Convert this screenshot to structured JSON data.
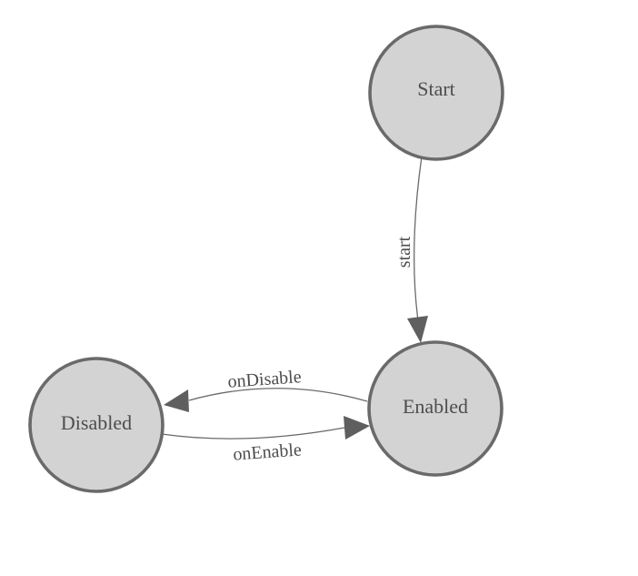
{
  "diagram": {
    "type": "state-machine",
    "background": "#ffffff",
    "colors": {
      "node_fill": "#d3d3d3",
      "node_stroke": "#6a6a6a",
      "edge_stroke": "#6a6a6a",
      "arrow_fill": "#5f5f5f",
      "label_text": "#4d4d4d"
    },
    "nodes": [
      {
        "id": "start-node",
        "label": "Start"
      },
      {
        "id": "enabled-node",
        "label": "Enabled"
      },
      {
        "id": "disabled-node",
        "label": "Disabled"
      }
    ],
    "edges": [
      {
        "from": "Start",
        "to": "Enabled",
        "label": "start"
      },
      {
        "from": "Enabled",
        "to": "Disabled",
        "label": "onDisable"
      },
      {
        "from": "Disabled",
        "to": "Enabled",
        "label": "onEnable"
      }
    ]
  }
}
